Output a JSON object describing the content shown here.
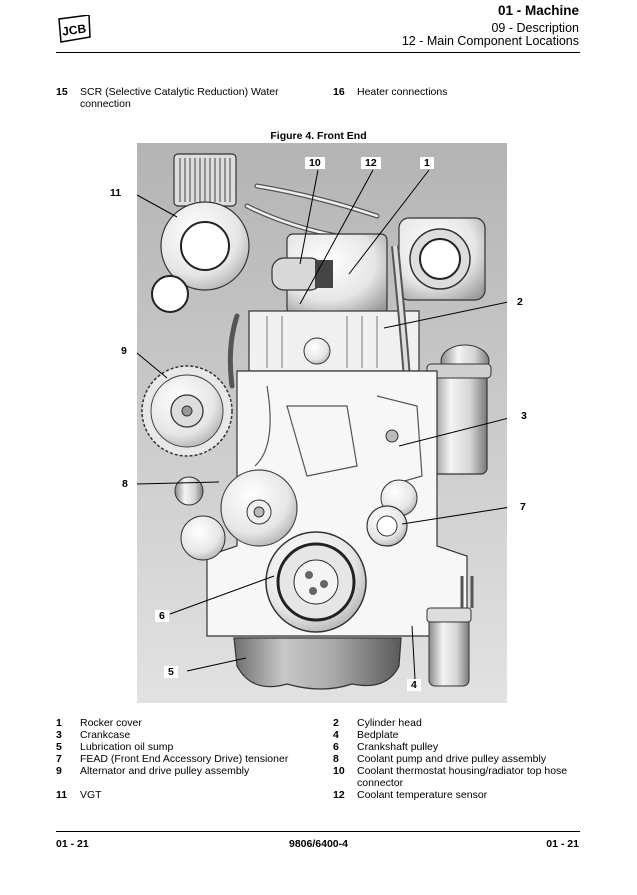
{
  "header": {
    "chapter": "01 - Machine",
    "section": "09 - Description",
    "subsection": "12 - Main Component Locations",
    "logo_text": "JCB"
  },
  "top_items": [
    {
      "num": "15",
      "label": "SCR (Selective Catalytic Reduction) Water",
      "label2": "connection"
    },
    {
      "num": "16",
      "label": "Heater connections"
    }
  ],
  "figure": {
    "caption": "Figure 4. Front End",
    "callouts": [
      "1",
      "2",
      "3",
      "4",
      "5",
      "6",
      "7",
      "8",
      "9",
      "10",
      "11",
      "12"
    ]
  },
  "legend": [
    {
      "num": "1",
      "label": "Rocker cover"
    },
    {
      "num": "2",
      "label": "Cylinder head"
    },
    {
      "num": "3",
      "label": "Crankcase"
    },
    {
      "num": "4",
      "label": "Bedplate"
    },
    {
      "num": "5",
      "label": "Lubrication oil sump"
    },
    {
      "num": "6",
      "label": "Crankshaft pulley"
    },
    {
      "num": "7",
      "label": "FEAD (Front End Accessory Drive) tensioner"
    },
    {
      "num": "8",
      "label": "Coolant pump and drive pulley assembly"
    },
    {
      "num": "9",
      "label": "Alternator and drive pulley assembly"
    },
    {
      "num": "10",
      "label": "Coolant thermostat housing/radiator top hose",
      "label2": "connector"
    },
    {
      "num": "11",
      "label": "VGT"
    },
    {
      "num": "12",
      "label": "Coolant temperature sensor"
    }
  ],
  "footer": {
    "left": "01 - 21",
    "center": "9806/6400-4",
    "right": "01 - 21"
  }
}
